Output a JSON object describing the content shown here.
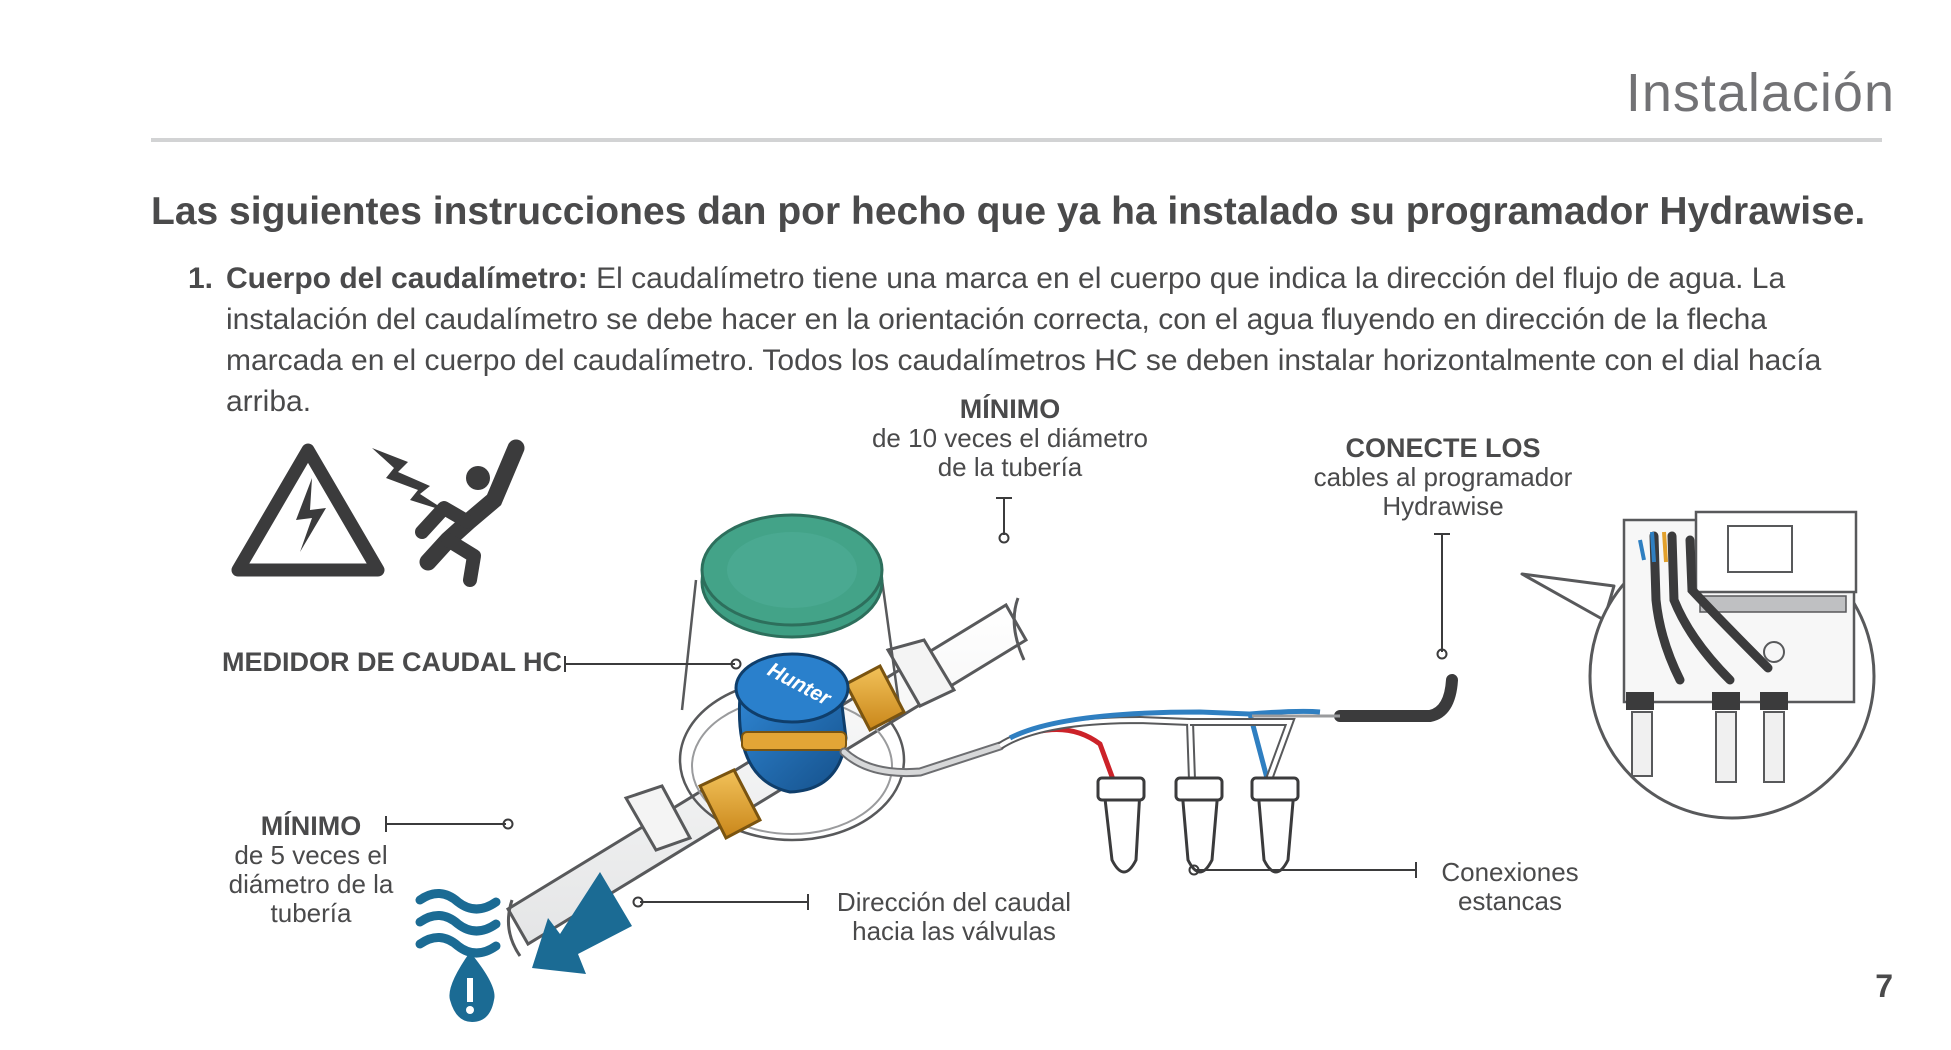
{
  "header": {
    "section_title": "Instalación"
  },
  "intro": "Las siguientes instrucciones dan por hecho que ya ha instalado su programador Hydrawise.",
  "step": {
    "number": "1.",
    "label": "Cuerpo del caudalímetro:",
    "text": "El caudalímetro tiene una marca en el cuerpo que indica la dirección del flujo de agua. La instalación del caudalímetro se debe hacer en la orientación correcta, con el agua fluyendo en dirección de la flecha marcada en el cuerpo del caudalímetro. Todos los caudalímetros HC se deben instalar horizontalmente con el dial hacía arriba."
  },
  "diagram": {
    "upstream_min": {
      "title": "MÍNIMO",
      "line1": "de 10 veces el diámetro",
      "line2": "de la tubería"
    },
    "connect": {
      "title": "CONECTE LOS",
      "line1": "cables al programador",
      "line2": "Hydrawise"
    },
    "meter_label": "MEDIDOR DE CAUDAL HC",
    "downstream_min": {
      "title": "MÍNIMO",
      "line1": "de 5 veces el",
      "line2": "diámetro de la",
      "line3": "tubería"
    },
    "flow": {
      "line1": "Dirección del caudal",
      "line2": "hacia las válvulas"
    },
    "connectors": {
      "line1": "Conexiones",
      "line2": "estancas"
    },
    "meter_brand": "Hunter"
  },
  "page_number": "7",
  "colors": {
    "text": "#4a4a4b",
    "rule": "#d2d3d4",
    "meter_blue": "#1f6db5",
    "brass": "#e2a02b",
    "lid_green": "#3e9e83",
    "flow_arrow": "#1b6b94",
    "wire_red": "#cc2229",
    "wire_blue": "#2f7fc1"
  },
  "icons": [
    "electrical-hazard-warning-icon",
    "electrocution-hazard-icon",
    "water-flow-icon"
  ]
}
